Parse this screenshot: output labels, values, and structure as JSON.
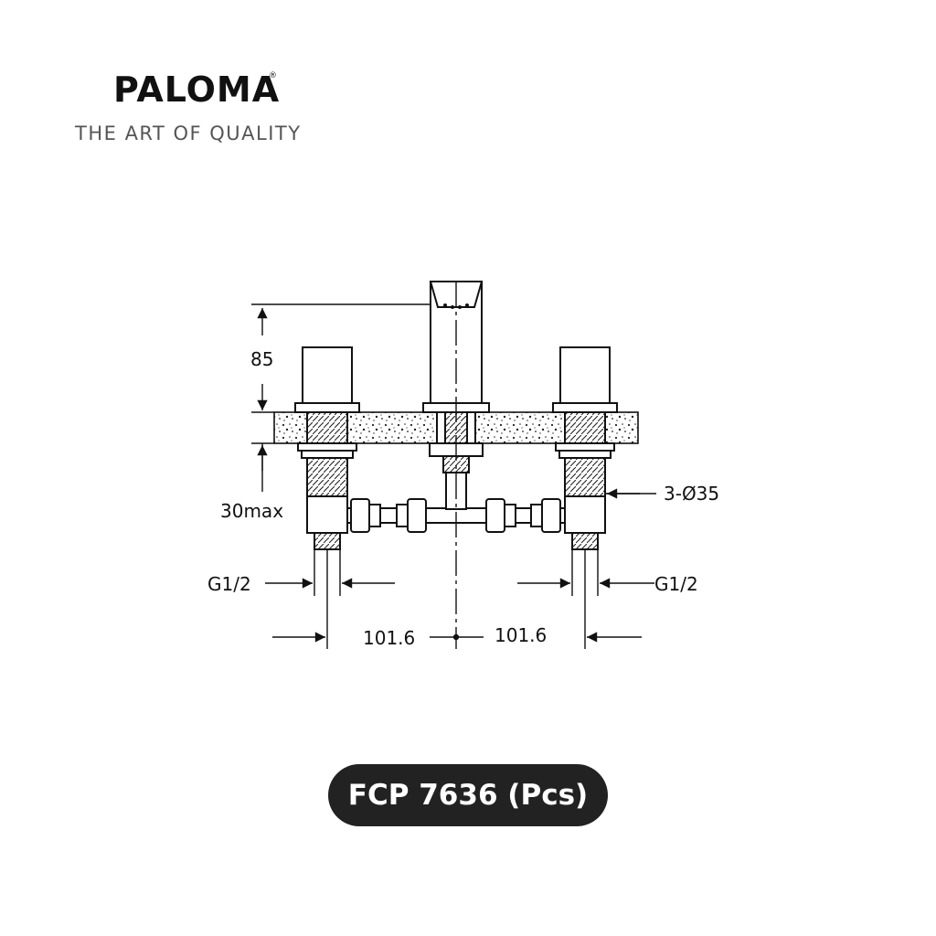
{
  "brand": {
    "name": "PALOMA",
    "registered": "®",
    "tagline": "THE ART OF QUALITY"
  },
  "drawing": {
    "dim_height_above": "85",
    "dim_deck_thickness": "30max",
    "dim_hole_diameter": "3-Ø35",
    "dim_inlet_left": "G1/2",
    "dim_inlet_right": "G1/2",
    "dim_spacing_left": "101.6",
    "dim_spacing_right": "101.6"
  },
  "product": {
    "label": "FCP 7636 (Pcs)"
  }
}
